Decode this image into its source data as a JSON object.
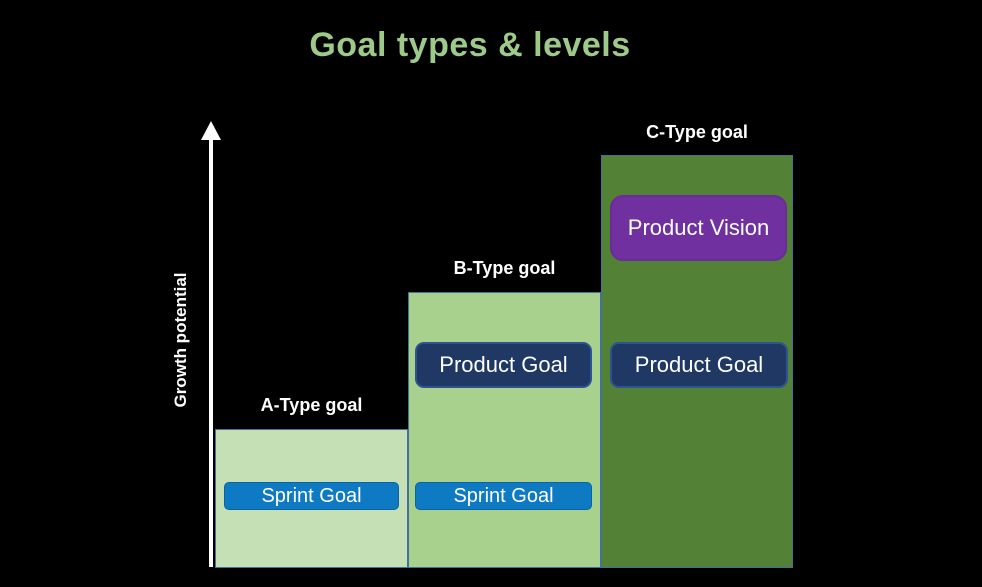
{
  "page": {
    "background_color": "#000000",
    "axis_color": "#FFFFFF"
  },
  "title": {
    "text": "Goal types & levels",
    "color": "#9DCA89"
  },
  "y_axis": {
    "label": "Growth potential",
    "color": "#FFFFFF",
    "arrow": "up"
  },
  "bars": [
    {
      "label": "A-Type goal",
      "fill": "#C5E0B4",
      "border": "#41719C",
      "boxes": [
        {
          "text": "Sprint Goal",
          "fill": "#0E7AC3",
          "text_color": "#FFFFFF"
        }
      ]
    },
    {
      "label": "B-Type goal",
      "fill": "#A9D18E",
      "border": "#41719C",
      "boxes": [
        {
          "text": "Product Goal",
          "fill": "#1F3864",
          "text_color": "#FFFFFF"
        },
        {
          "text": "Sprint Goal",
          "fill": "#0E7AC3",
          "text_color": "#FFFFFF"
        }
      ]
    },
    {
      "label": "C-Type goal",
      "fill": "#538135",
      "border": "#41719C",
      "boxes": [
        {
          "text": "Product Vision",
          "fill": "#7030A0",
          "text_color": "#FFFFFF"
        },
        {
          "text": "Product Goal",
          "fill": "#1F3864",
          "text_color": "#FFFFFF"
        }
      ]
    }
  ],
  "chart_data": {
    "type": "bar",
    "title": "Goal types & levels",
    "xlabel": "",
    "ylabel": "Growth potential",
    "categories": [
      "A-Type goal",
      "B-Type goal",
      "C-Type goal"
    ],
    "values": [
      1,
      2,
      3
    ],
    "values_note": "Axis has no tick labels; bar heights are in approximately a 1:2:3 ratio representing increasing growth potential",
    "bar_colors": [
      "#C5E0B4",
      "#A9D18E",
      "#538135"
    ],
    "annotations": [
      {
        "bar": "A-Type goal",
        "contains": [
          "Sprint Goal"
        ]
      },
      {
        "bar": "B-Type goal",
        "contains": [
          "Product Goal",
          "Sprint Goal"
        ]
      },
      {
        "bar": "C-Type goal",
        "contains": [
          "Product Vision",
          "Product Goal"
        ]
      }
    ],
    "legend": false,
    "grid": false,
    "background": "#000000"
  }
}
